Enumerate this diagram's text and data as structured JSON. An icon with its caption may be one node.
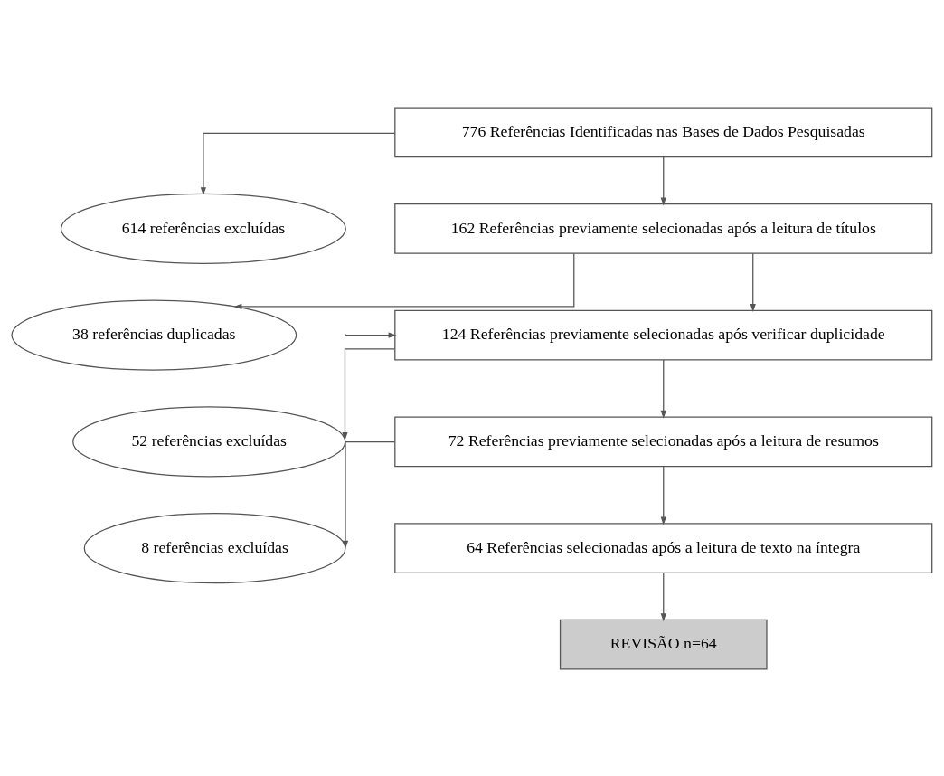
{
  "diagram": {
    "nodes": [
      {
        "text": [
          "776 Referências Identificadas nas Bases de Dados Pesquisadas"
        ]
      },
      {
        "text": [
          "614 referências excluídas"
        ]
      },
      {
        "text": [
          "162 Referências previamente selecionadas após a leitura de títulos"
        ]
      },
      {
        "text": [
          "38 referências duplicadas"
        ]
      },
      {
        "text": [
          "124 Referências previamente selecionadas após verificar duplicidade"
        ]
      },
      {
        "text": [
          "52 referências excluídas"
        ]
      },
      {
        "text": [
          "72 Referências previamente selecionadas após a leitura de resumos"
        ]
      },
      {
        "text": [
          "8 referências excluídas"
        ]
      },
      {
        "text": [
          "64 Referências selecionadas após a leitura de texto na íntegra"
        ]
      },
      {
        "text": [
          "REVISÃO n=64"
        ]
      }
    ],
    "edges": [
      {
        "from": 0,
        "to": 2,
        "arrow": "to"
      },
      {
        "from": 0,
        "to": 1,
        "arrow": "to"
      },
      {
        "from": 2,
        "to": 4,
        "arrow": "to"
      },
      {
        "from": 2,
        "to": 3,
        "arrow": "to"
      },
      {
        "from": 4,
        "to": 6,
        "arrow": "to"
      },
      {
        "from": 4,
        "to": 5,
        "arrow": "to"
      },
      {
        "from": 6,
        "to": 8,
        "arrow": "to"
      },
      {
        "from": 6,
        "to": 7,
        "arrow": "to"
      },
      {
        "from": 8,
        "to": 9,
        "arrow": "to"
      },
      {
        "from": null,
        "to": 4,
        "arrow": "to"
      }
    ]
  }
}
